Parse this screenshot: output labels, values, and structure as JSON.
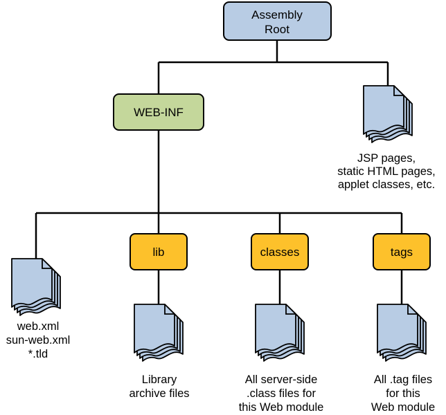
{
  "colors": {
    "root_fill": "#b8cce4",
    "webinf_fill": "#c4d79b",
    "folder_fill": "#fdc12b",
    "document_fill": "#b8cce4",
    "line": "#000000"
  },
  "nodes": {
    "assembly_root": {
      "lines": [
        "Assembly",
        "Root"
      ]
    },
    "web_inf": {
      "lines": [
        "WEB-INF"
      ]
    },
    "lib": {
      "lines": [
        "lib"
      ]
    },
    "classes": {
      "lines": [
        "classes"
      ]
    },
    "tags": {
      "lines": [
        "tags"
      ]
    }
  },
  "documents": {
    "web_content": {
      "icon": "document-stack-icon",
      "caption": [
        "JSP pages,",
        "static HTML pages,",
        "applet classes, etc."
      ]
    },
    "deployment_descriptors": {
      "icon": "document-stack-icon",
      "caption": [
        "web.xml",
        "sun-web.xml",
        "*.tld"
      ]
    },
    "library_archives": {
      "icon": "document-stack-icon",
      "caption": [
        "Library",
        "archive files"
      ]
    },
    "server_classes": {
      "icon": "document-stack-icon",
      "caption": [
        "All server-side",
        ".class files for",
        "this Web module"
      ]
    },
    "tag_files": {
      "icon": "document-stack-icon",
      "caption": [
        "All .tag files",
        "for this",
        "Web module"
      ]
    }
  }
}
